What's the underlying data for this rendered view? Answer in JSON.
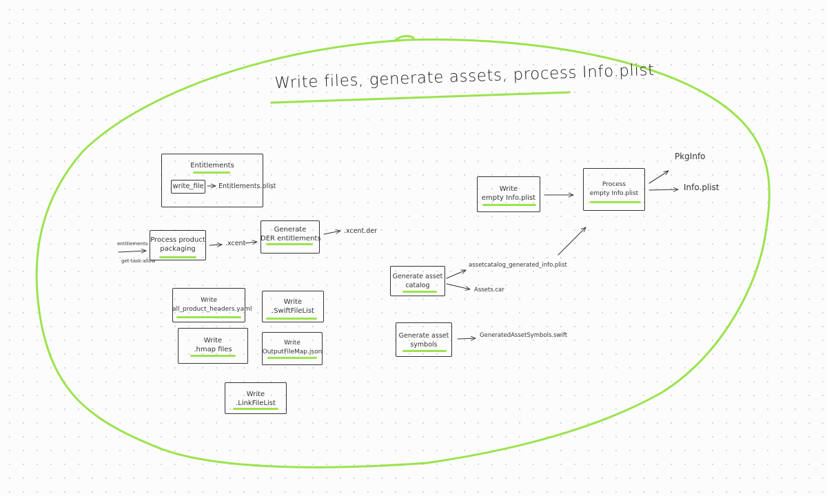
{
  "title": "Write files, generate assets, process Info.plist",
  "colors": {
    "highlight": "#9be34d",
    "ink": "#333333",
    "background": "#fcfcfc"
  },
  "nodes": {
    "entitlements_group": {
      "title": "Entitlements"
    },
    "write_file": {
      "label": "write_file"
    },
    "process_product_packaging": {
      "line1": "Process product",
      "line2": "packaging"
    },
    "generate_der": {
      "line1": "Generate",
      "line2": "DER entitlements"
    },
    "write_headers_yaml": {
      "line1": "Write",
      "line2": "all_product_headers.yaml"
    },
    "write_swift_file_list": {
      "line1": "Write",
      "line2": ".SwiftFileList"
    },
    "write_hmap": {
      "line1": "Write",
      "line2": ".hmap files"
    },
    "write_output_file_map": {
      "line1": "Write",
      "line2": "OutputFileMap.json"
    },
    "write_link_file_list": {
      "line1": "Write",
      "line2": ".LinkFileList"
    },
    "write_empty_info_plist": {
      "line1": "Write",
      "line2": "empty Info.plist"
    },
    "process_info_plist": {
      "line1": "Process",
      "line2": "empty Info.plist"
    },
    "generate_asset_catalog": {
      "line1": "Generate asset",
      "line2": "catalog"
    },
    "generate_asset_symbols": {
      "line1": "Generate asset",
      "line2": "symbols"
    }
  },
  "labels": {
    "entitlements_plist": "Entitlements.plist",
    "entitlements_input": "entitlements",
    "get_task_allow": "get-task-allow",
    "xcent": ".xcent",
    "xcent_der": ".xcent.der",
    "assetcatalog_info_plist": "assetcatalog_generated_info.plist",
    "assets_car": "Assets.car",
    "generated_asset_symbols": "GeneratedAssetSymbols.swift",
    "pkg_info": "PkgInfo",
    "info_plist": "Info.plist"
  }
}
